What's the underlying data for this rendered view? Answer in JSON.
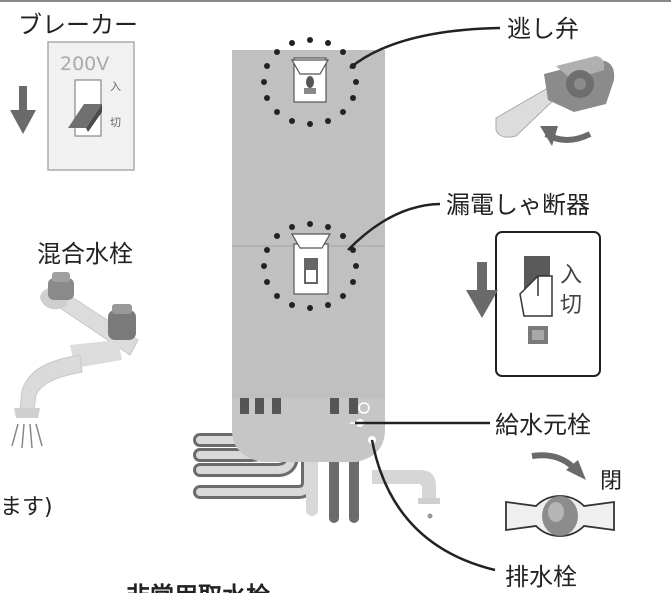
{
  "labels": {
    "breaker": "ブレーカー",
    "breaker_voltage": "200V",
    "breaker_on": "入",
    "breaker_off": "切",
    "relief_valve": "逃し弁",
    "leakage_breaker": "漏電しゃ断器",
    "leak_on": "入",
    "leak_off": "切",
    "mixing_faucet": "混合水栓",
    "water_supply_valve": "給水元栓",
    "close": "閉",
    "drain_plug": "排水栓",
    "partial_text": "ます)",
    "bottom_caption": "非常用取水栓"
  },
  "colors": {
    "cabinet": "#bdbdbd",
    "cabinet_shade": "#a9a9a9",
    "pipe_dark": "#6b6b6b",
    "pipe_light": "#d6d6d6",
    "arrow": "#6a6a6a",
    "leader_line": "#222222"
  }
}
